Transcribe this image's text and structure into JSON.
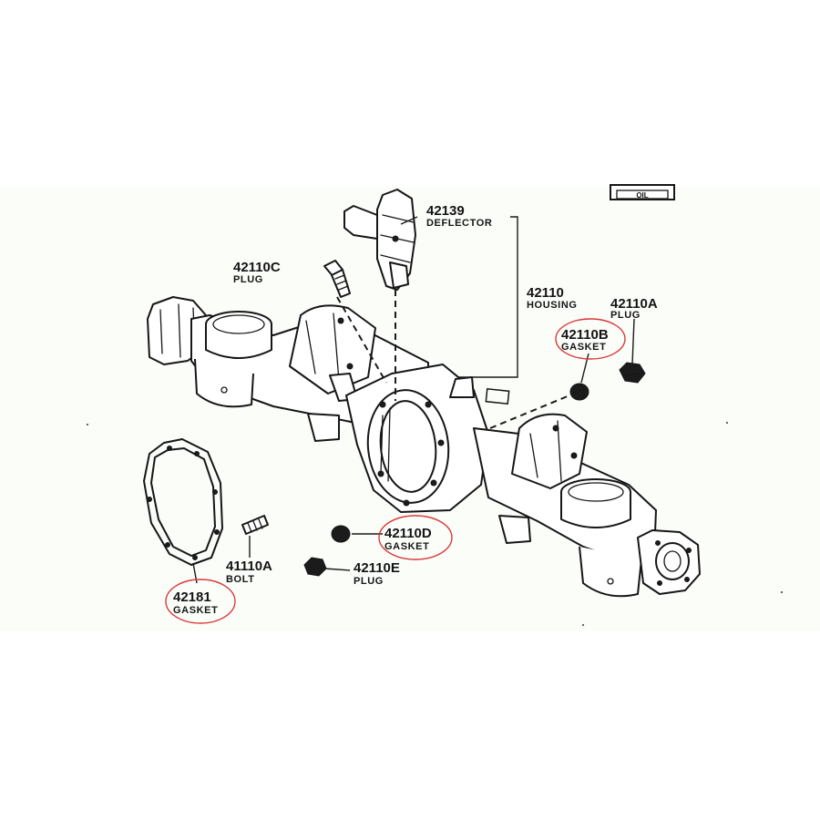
{
  "colors": {
    "ink": "#161616",
    "highlight_circle": "#d83a3a",
    "background": "#fbfdf9"
  },
  "oil_badge": {
    "text": "OIL"
  },
  "callouts": [
    {
      "id": "42139",
      "number": "42139",
      "name": "DEFLECTOR",
      "circled": false
    },
    {
      "id": "42110C",
      "number": "42110C",
      "name": "PLUG",
      "circled": false
    },
    {
      "id": "42110",
      "number": "42110",
      "name": "HOUSING",
      "circled": false
    },
    {
      "id": "42110A",
      "number": "42110A",
      "name": "PLUG",
      "circled": false
    },
    {
      "id": "42110B",
      "number": "42110B",
      "name": "GASKET",
      "circled": true
    },
    {
      "id": "42110D",
      "number": "42110D",
      "name": "GASKET",
      "circled": true
    },
    {
      "id": "41110A",
      "number": "41110A",
      "name": "BOLT",
      "circled": false
    },
    {
      "id": "42110E",
      "number": "42110E",
      "name": "PLUG",
      "circled": false
    },
    {
      "id": "42181",
      "number": "42181",
      "name": "GASKET",
      "circled": true
    }
  ]
}
